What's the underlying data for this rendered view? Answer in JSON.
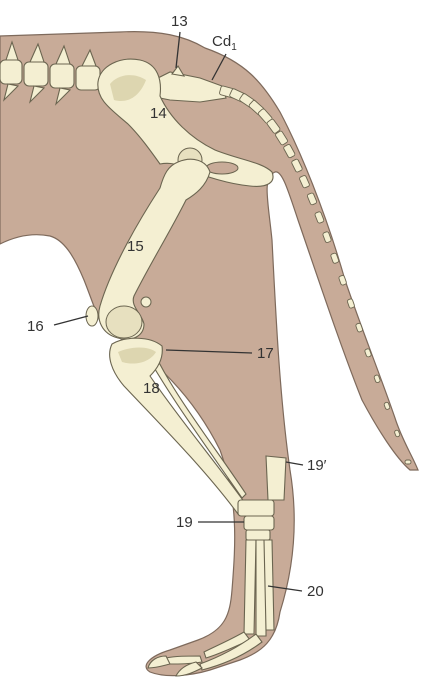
{
  "colors": {
    "skin": "#c8ab98",
    "skin_outline": "#7e6a5c",
    "bone": "#f4efd2",
    "bone_shade": "#ddd6b0",
    "bone_outline": "#6b6550",
    "label": "#333333"
  },
  "labels": {
    "l13": "13",
    "cd_main": "Cd",
    "cd_sub": "1",
    "l14": "14",
    "l15": "15",
    "l16": "16",
    "l17": "17",
    "l18": "18",
    "l19p": "19′",
    "l19": "19",
    "l20": "20"
  }
}
